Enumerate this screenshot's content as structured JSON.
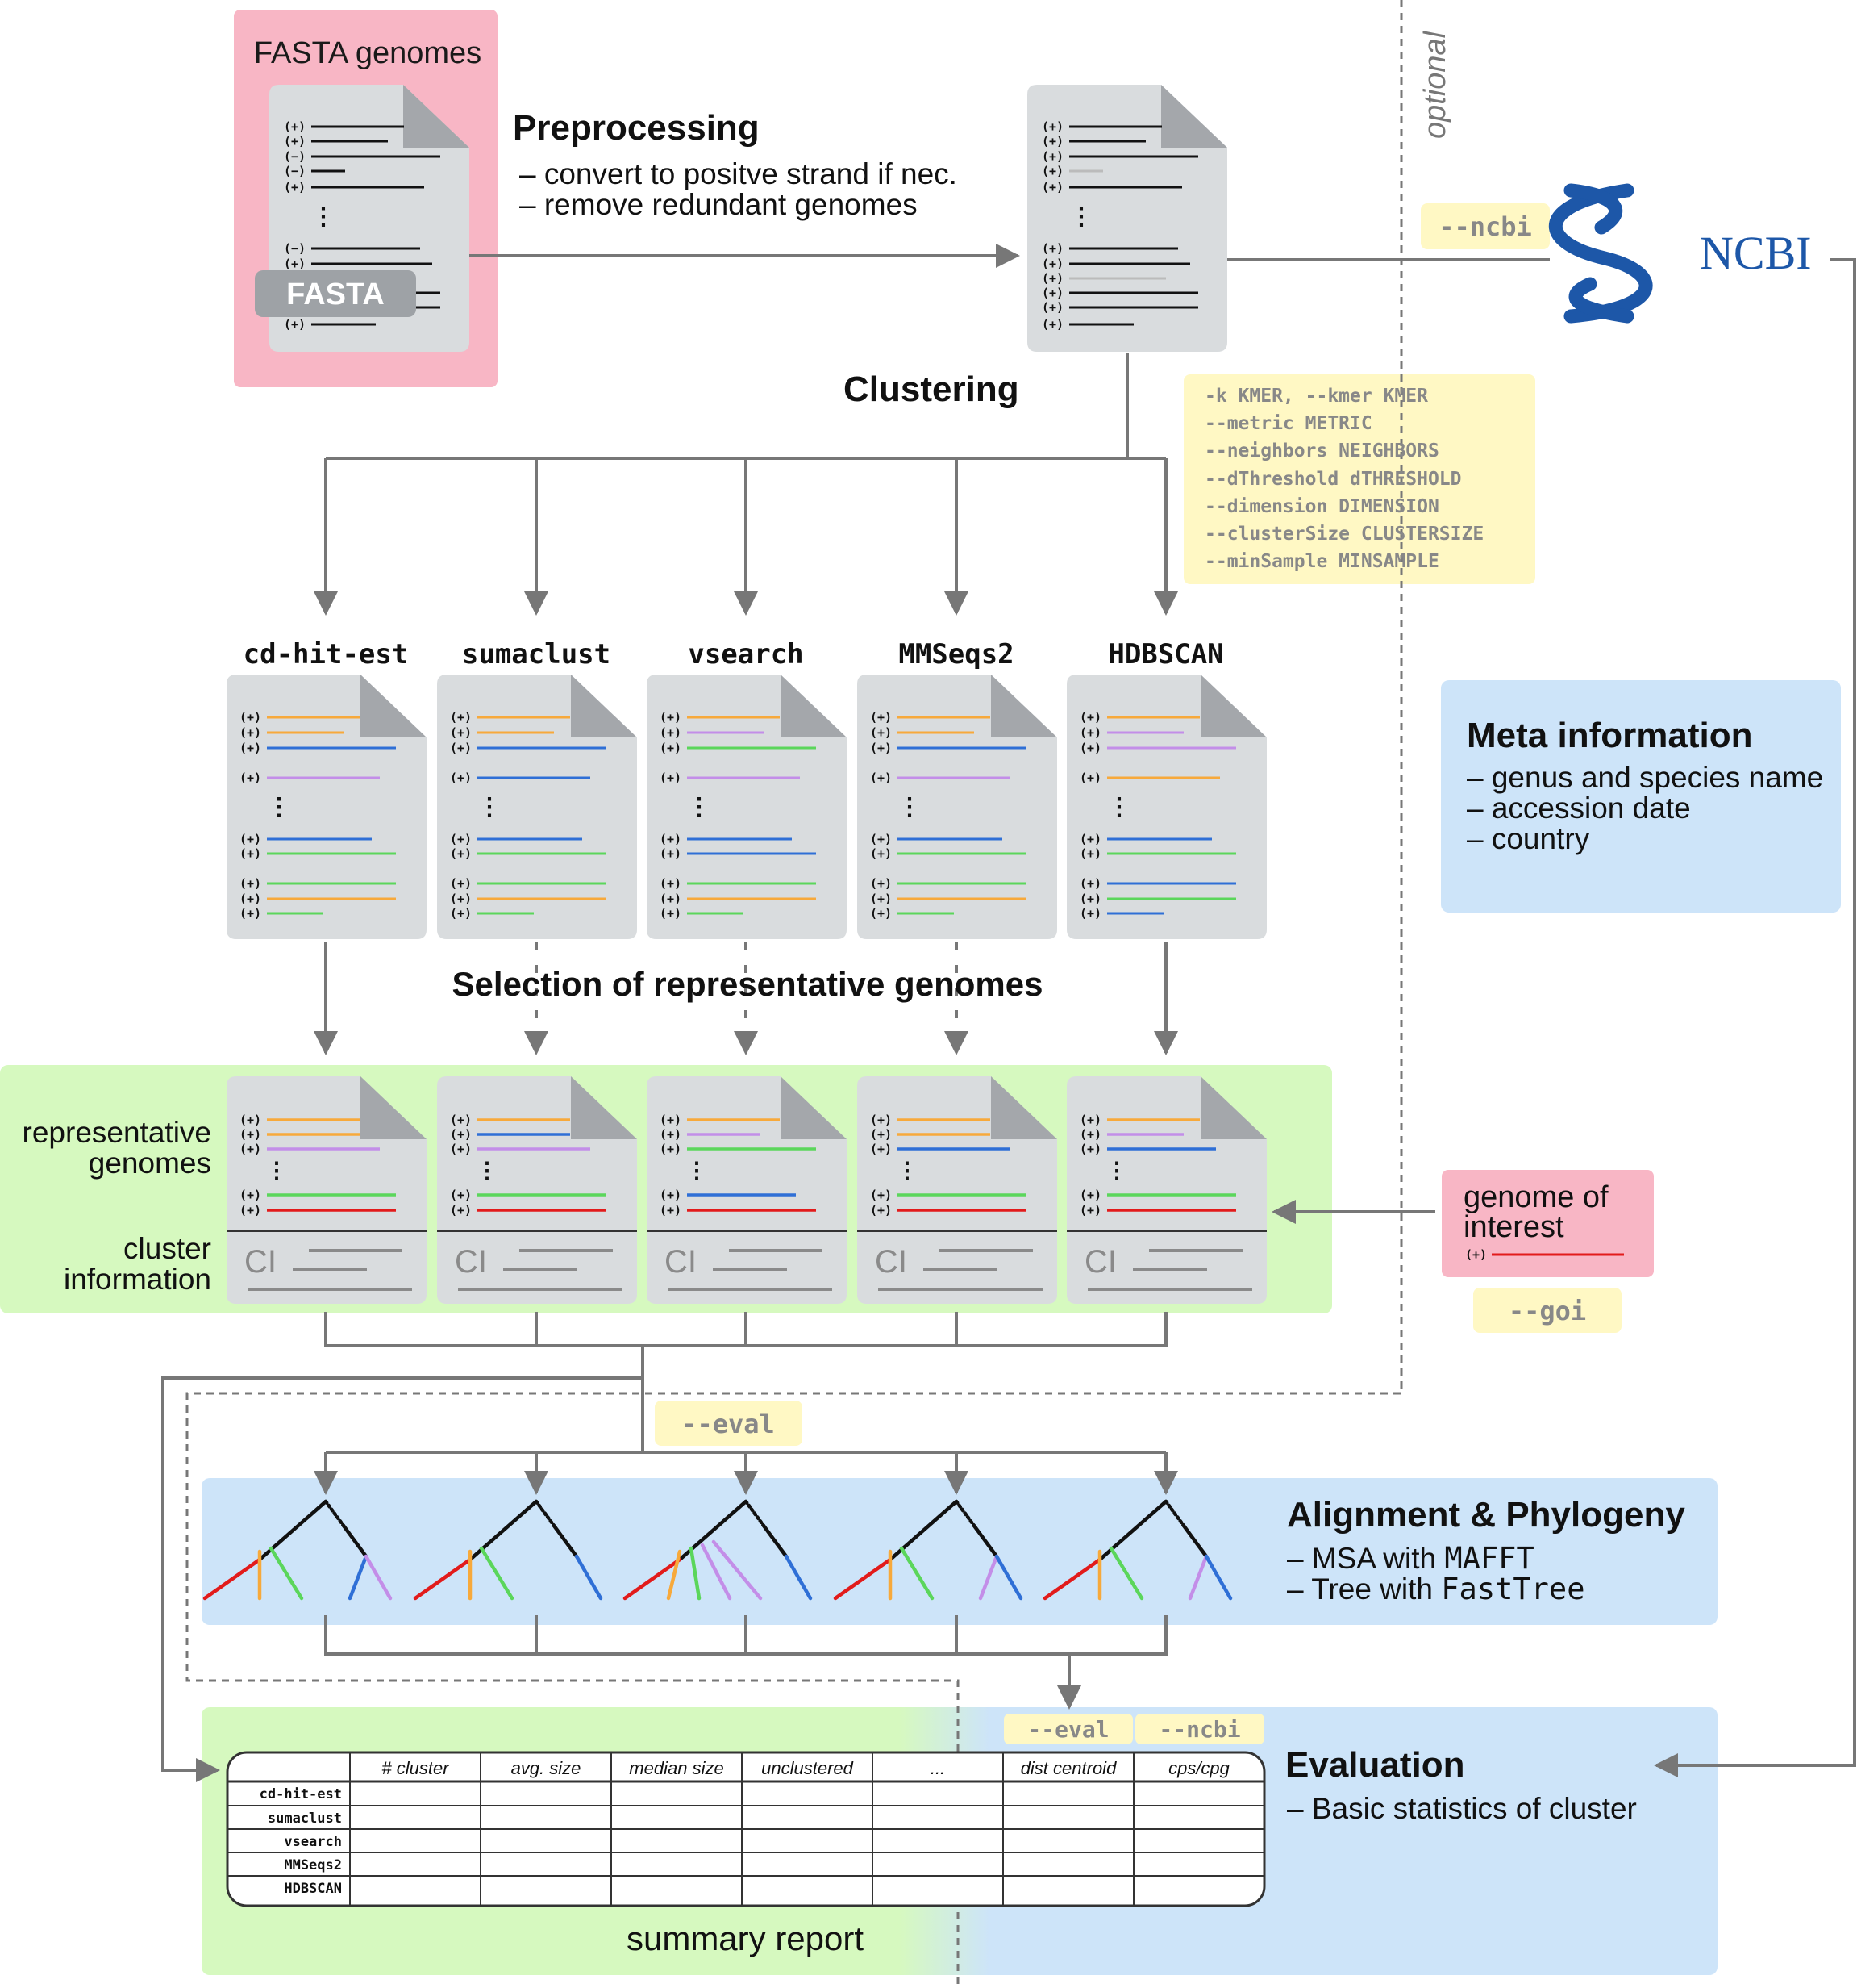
{
  "input": {
    "title": "FASTA genomes",
    "file_badge": "FASTA",
    "strand_plus": "(+)",
    "strand_minus": "(−)",
    "ellipsis": "⋮"
  },
  "preprocessing": {
    "title": "Preprocessing",
    "steps": [
      "– convert to positve strand if nec.",
      "– remove redundant genomes"
    ]
  },
  "optional_label": "optional",
  "ncbi": {
    "flag": "--ncbi",
    "logo_text": "NCBI"
  },
  "clustering": {
    "title": "Clustering",
    "params": [
      "-k KMER, --kmer KMER",
      "--metric METRIC",
      "--neighbors NEIGHBORS",
      "--dThreshold dTHRESHOLD",
      "--dimension DIMENSION",
      "--clusterSize CLUSTERSIZE",
      "--minSample MINSAMPLE"
    ],
    "tools": [
      "cd-hit-est",
      "sumaclust",
      "vsearch",
      "MMSeqs2",
      "HDBSCAN"
    ]
  },
  "meta": {
    "title": "Meta information",
    "items": [
      "– genus and species name",
      "– accession date",
      "– country"
    ]
  },
  "selection": {
    "title": "Selection of representative genomes"
  },
  "representative": {
    "label_genomes_1": "representative",
    "label_genomes_2": "genomes",
    "label_cluster_1": "cluster",
    "label_cluster_2": "information",
    "ci_label": "CI"
  },
  "goi": {
    "label_1": "genome of",
    "label_2": "interest",
    "strand": "(+)",
    "flag": "--goi"
  },
  "eval_flag": "--eval",
  "phylogeny": {
    "title": "Alignment & Phylogeny",
    "line1_prefix": "– MSA with ",
    "line1_tool": "MAFFT",
    "line2_prefix": "– Tree with ",
    "line2_tool": "FastTree"
  },
  "evaluation": {
    "title": "Evaluation",
    "items": [
      "– Basic statistics of cluster"
    ],
    "flags": [
      "--eval",
      "--ncbi"
    ],
    "table": {
      "columns": [
        "# cluster",
        "avg. size",
        "median size",
        "unclustered",
        "...",
        "dist centroid",
        "cps/cpg"
      ],
      "rows": [
        "cd-hit-est",
        "sumaclust",
        "vsearch",
        "MMSeqs2",
        "HDBSCAN"
      ]
    },
    "report_label": "summary report"
  },
  "colors": {
    "pink_box": "#f8b6c5",
    "green_box": "#d6f9bf",
    "blue_box": "#cde4f9",
    "yellow_flag": "#fff8c4",
    "doc_gray": "#d9dcde",
    "arrow_gray": "#777777",
    "ncbi_blue": "#1d57a8",
    "orange": "#f7a93b",
    "purple": "#c38ee8",
    "blue": "#2f6fd6",
    "green": "#5bd65b",
    "red": "#e21b1b"
  }
}
